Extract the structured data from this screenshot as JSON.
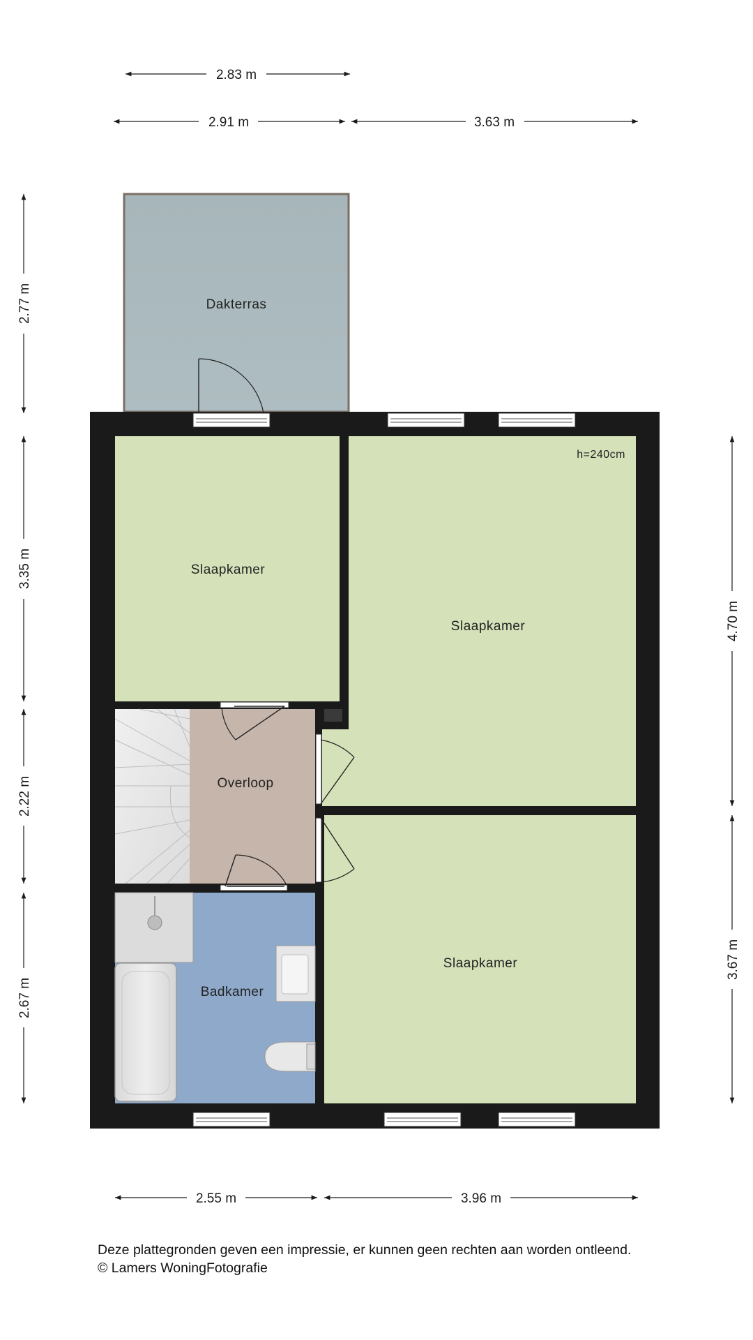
{
  "rooms": {
    "dakterras": "Dakterras",
    "slaapkamer_top_left": "Slaapkamer",
    "slaapkamer_large": "Slaapkamer",
    "overloop": "Overloop",
    "badkamer": "Badkamer",
    "slaapkamer_bottom_right": "Slaapkamer"
  },
  "ceiling_height": "h=240cm",
  "dimensions": {
    "top_terrace_width": "2.83 m",
    "top_left_width": "2.91 m",
    "top_right_width": "3.63 m",
    "left_terrace_depth": "2.77 m",
    "left_upper": "3.35 m",
    "left_middle": "2.22 m",
    "left_lower": "2.67 m",
    "right_upper": "4.70 m",
    "right_lower": "3.67 m",
    "bottom_left_width": "2.55 m",
    "bottom_right_width": "3.96 m"
  },
  "colors": {
    "bedroom": "#d5e2b9",
    "terrace": "#a9b8bc",
    "landing": "#c5b5ab",
    "bathroom": "#8fa9cb",
    "wall": "#1a1a1a"
  },
  "footer": {
    "disclaimer": "Deze plattegronden geven een impressie, er kunnen geen rechten aan worden ontleend.",
    "copyright": "© Lamers WoningFotografie"
  }
}
